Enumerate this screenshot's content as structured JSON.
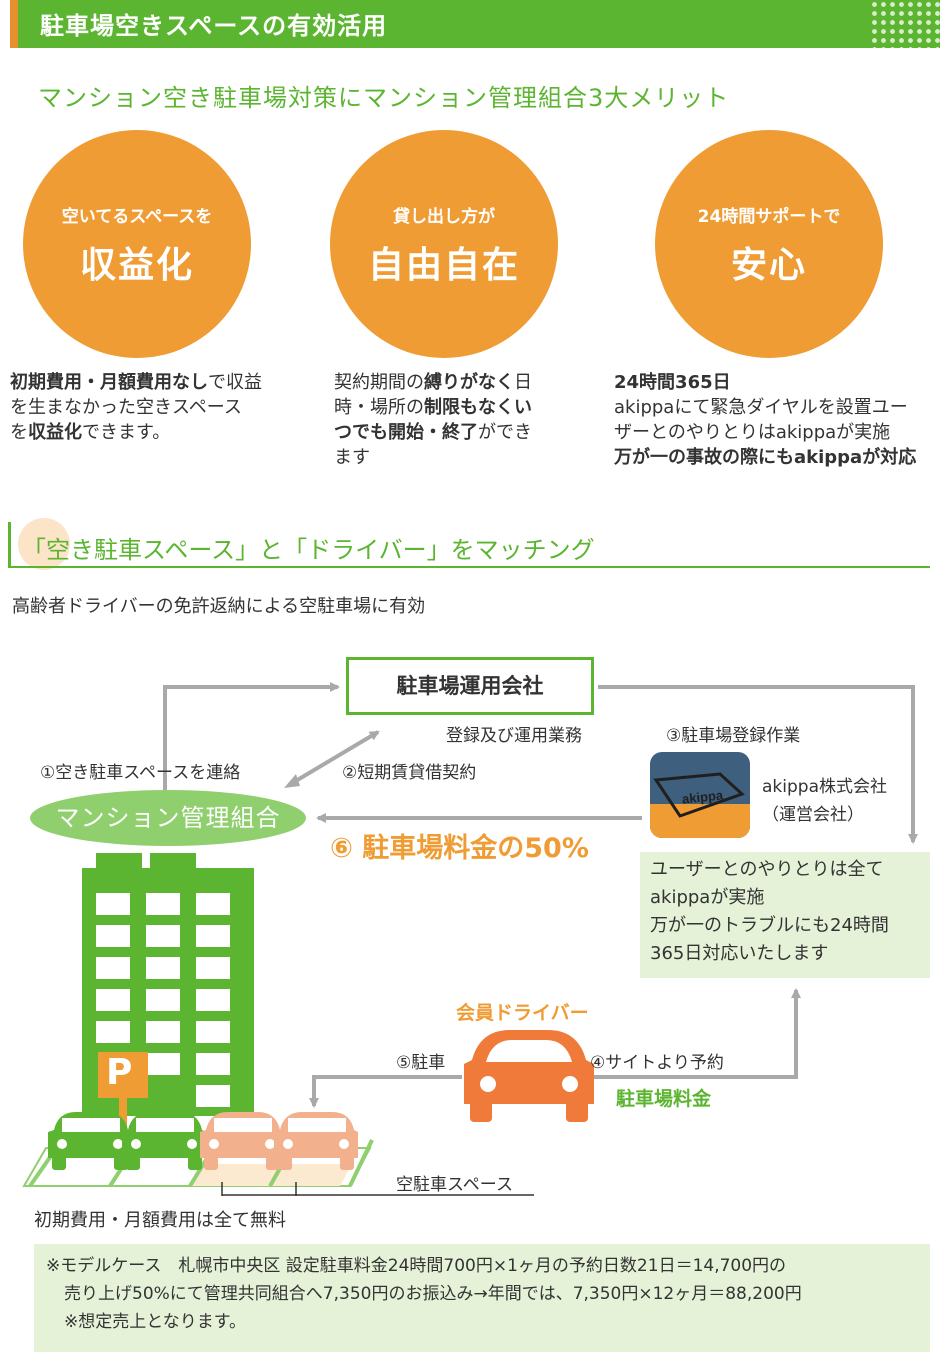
{
  "header": {
    "title": "駐車場空きスペースの有効活用"
  },
  "subtitle": "マンション空き駐車場対策にマンション管理組合3大メリット",
  "merits": [
    {
      "small": "空いてるスペースを",
      "big": "収益化",
      "desc": [
        [
          {
            "t": "初期費用・月額費用なし",
            "b": true
          },
          {
            "t": "で収益",
            "b": false
          }
        ],
        [
          {
            "t": "を生まなかった空きスペース",
            "b": false
          }
        ],
        [
          {
            "t": "を",
            "b": false
          },
          {
            "t": "収益化",
            "b": true
          },
          {
            "t": "できます。",
            "b": false
          }
        ]
      ]
    },
    {
      "small": "貸し出し方が",
      "big": "自由自在",
      "desc": [
        [
          {
            "t": "契約期間の",
            "b": false
          },
          {
            "t": "縛りがなく",
            "b": true
          },
          {
            "t": "日",
            "b": false
          }
        ],
        [
          {
            "t": "時・場所の",
            "b": false
          },
          {
            "t": "制限もなくい",
            "b": true
          }
        ],
        [
          {
            "t": "つでも開始・終了",
            "b": true
          },
          {
            "t": "ができ",
            "b": false
          }
        ],
        [
          {
            "t": "ます",
            "b": false
          }
        ]
      ]
    },
    {
      "small": "24時間サポートで",
      "big": "安心",
      "desc": [
        [
          {
            "t": "24時間365日",
            "b": true
          }
        ],
        [
          {
            "t": "akippaにて緊急ダイヤルを設置ユー",
            "b": false
          }
        ],
        [
          {
            "t": "ザーとのやりとりはakippaが実施",
            "b": false
          }
        ],
        [
          {
            "t": "万が一の事故の際にもakippaが対応",
            "b": true
          }
        ]
      ]
    }
  ],
  "section2": {
    "title": "「空き駐車スペース」と「ドライバー」をマッチング",
    "subtitle": "高齢者ドライバーの免許返納による空駐車場に有効"
  },
  "diagram": {
    "operator": "駐車場運用会社",
    "registration_ops": "登録及び運用業務",
    "step3": "③駐車場登録作業",
    "step1": "①空き駐車スペースを連絡",
    "step2": "②短期賃貸借契約",
    "management": "マンション管理組合",
    "step6": "⑥ 駐車場料金の50%",
    "logo_text": "akippa",
    "akippa_company": "akippa株式会社",
    "akippa_role": "（運営会社）",
    "info_lines": [
      "ユーザーとのやりとりは全て",
      "akippaが実施",
      "万が一のトラブルにも24時間",
      "365日対応いたします"
    ],
    "member_driver": "会員ドライバー",
    "step5": "⑤駐車",
    "step4": "④サイトより予約",
    "parking_fee": "駐車場料金",
    "parking_sign": "P",
    "empty_space": "空駐車スペース",
    "free_note": "初期費用・月額費用は全て無料"
  },
  "note_lines": [
    "※モデルケース　札幌市中央区 設定駐車料金24時間700円×1ヶ月の予約日数21日＝14,700円の",
    "売り上げ50%にて管理共同組合へ7,350円のお振込み→年間では、7,350円×12ヶ月＝88,200円",
    "※想定売上となります。"
  ],
  "colors": {
    "green": "#5cb531",
    "light_green": "#8fcf6e",
    "orange": "#f09c35",
    "car_orange": "#ef7a3a",
    "car_peach": "#f2b08c",
    "pale_green": "#e5f2d8",
    "gray_arrow": "#a9a9a9",
    "logo_blue": "#3e5f7d"
  }
}
